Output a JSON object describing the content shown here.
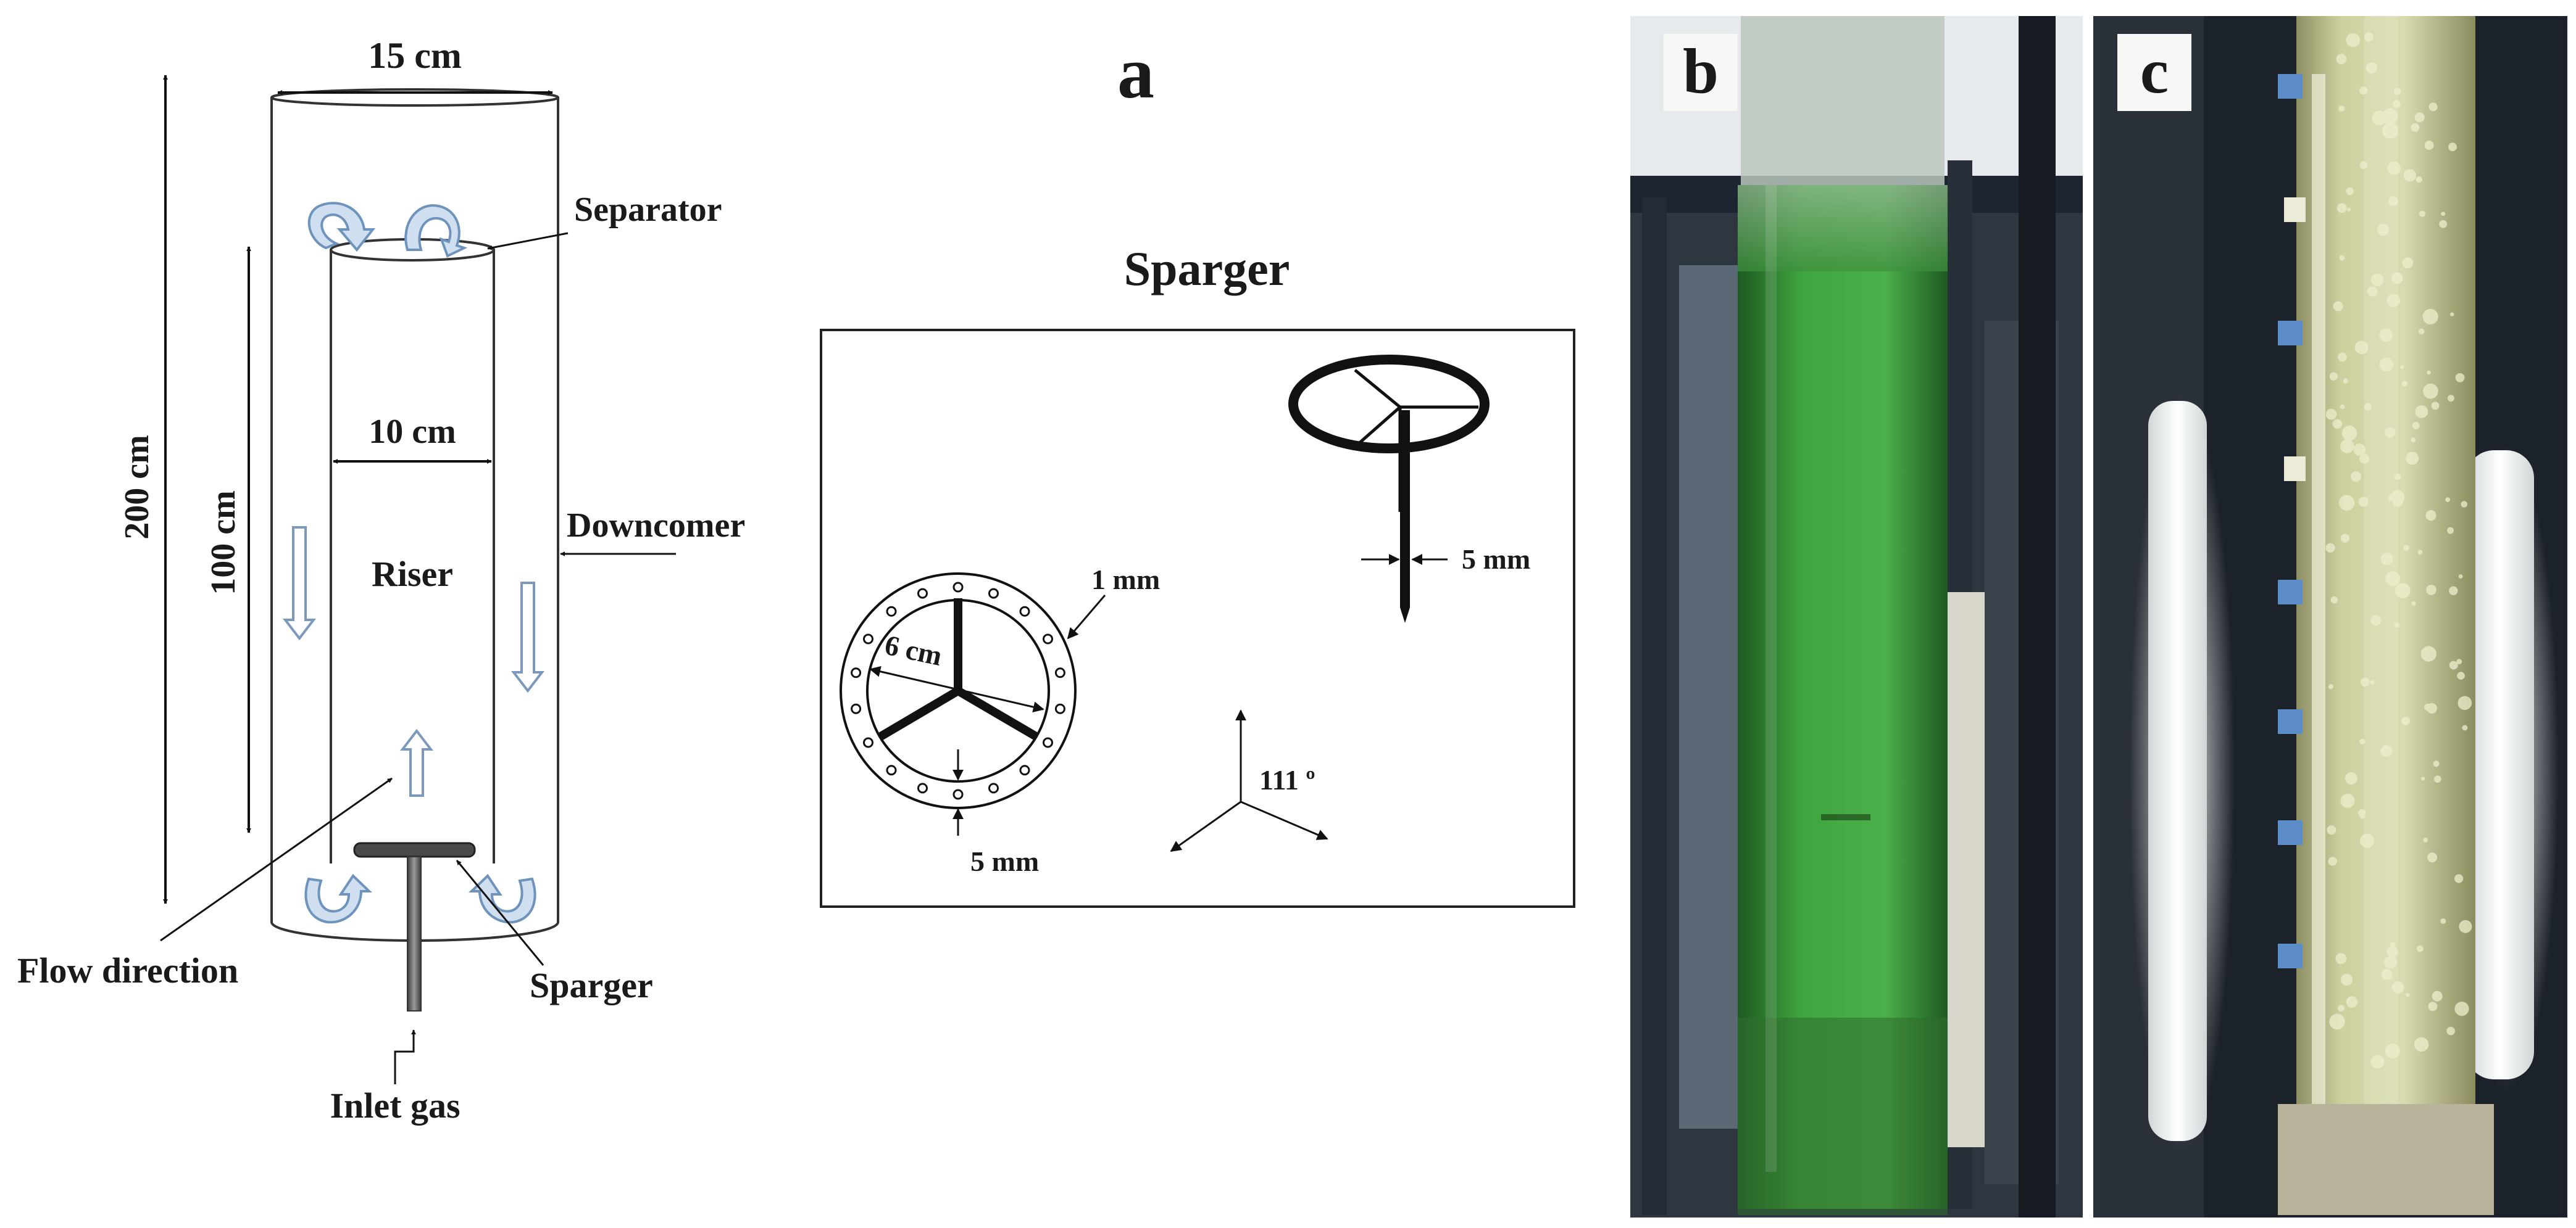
{
  "panel_labels": {
    "a": "a",
    "b": "b",
    "c": "c"
  },
  "reactor": {
    "outer_diameter": "15 cm",
    "inner_diameter": "10 cm",
    "total_height": "200 cm",
    "riser_height": "100 cm",
    "separator": "Separator",
    "downcomer": "Downcomer",
    "riser": "Riser",
    "flow_direction": "Flow direction",
    "sparger": "Sparger",
    "inlet_gas": "Inlet gas"
  },
  "sparger_detail": {
    "title": "Sparger",
    "hole_size": "1 mm",
    "ring_diameter": "6 cm",
    "ring_width": "5 mm",
    "stem_width": "5 mm",
    "arm_angle": "111 º"
  }
}
